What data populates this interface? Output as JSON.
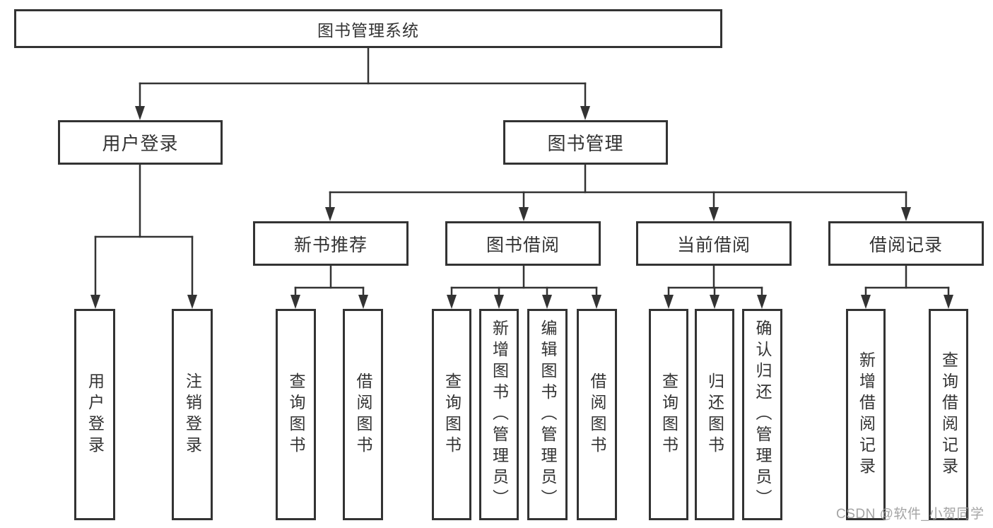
{
  "diagram_title": "图书管理系统",
  "watermark": "CSDN @软件_小贺同学",
  "colors": {
    "line": "#333333",
    "text": "#333333",
    "watermark": "#9b9b9b",
    "background": "#ffffff"
  },
  "tree": {
    "label": "图书管理系统",
    "children": [
      {
        "label": "用户登录",
        "children": [
          {
            "label": "用户登录"
          },
          {
            "label": "注销登录"
          }
        ]
      },
      {
        "label": "图书管理",
        "children": [
          {
            "label": "新书推荐",
            "children": [
              {
                "label": "查询图书"
              },
              {
                "label": "借阅图书"
              }
            ]
          },
          {
            "label": "图书借阅",
            "children": [
              {
                "label": "查询图书"
              },
              {
                "label": "新增图书（管理员）"
              },
              {
                "label": "编辑图书（管理员）"
              },
              {
                "label": "借阅图书"
              }
            ]
          },
          {
            "label": "当前借阅",
            "children": [
              {
                "label": "查询图书"
              },
              {
                "label": "归还图书"
              },
              {
                "label": "确认归还（管理员）"
              }
            ]
          },
          {
            "label": "借阅记录",
            "children": [
              {
                "label": "新增借阅记录"
              },
              {
                "label": "查询借阅记录"
              }
            ]
          }
        ]
      }
    ]
  }
}
